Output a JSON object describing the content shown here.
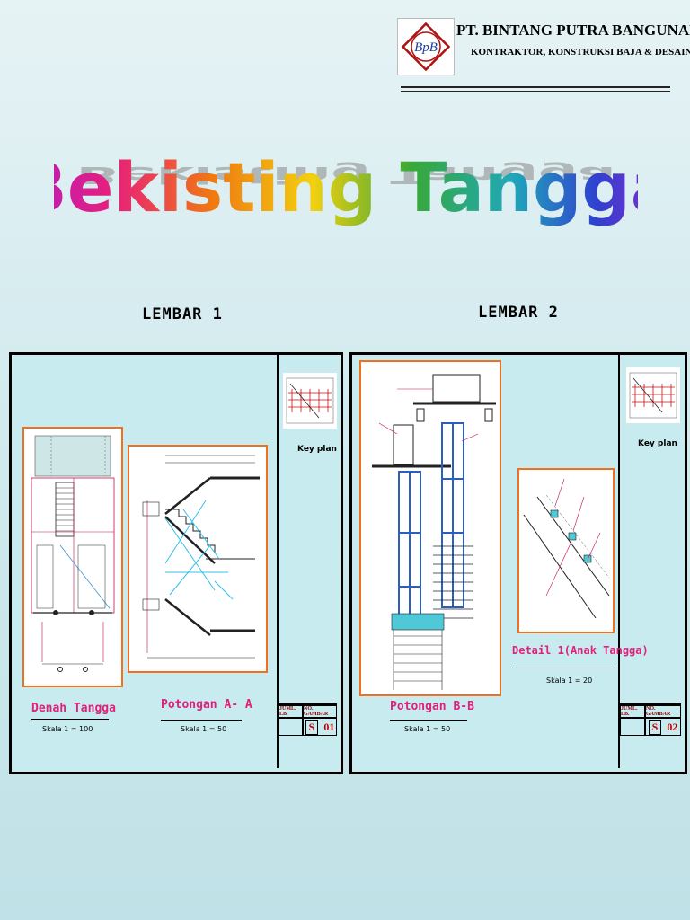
{
  "company": {
    "name": "PT. BINTANG PUTRA BANGUNAN",
    "subtitle": "KONTRAKTOR, KONSTRUKSI BAJA & DESAIN",
    "logo_text": "BpB"
  },
  "title": "Bekisting Tangga",
  "sheets": [
    {
      "label": "LEMBAR  1",
      "drawings": [
        {
          "caption": "Denah Tangga",
          "scale": "Skala 1 = 100"
        },
        {
          "caption": "Potongan A- A",
          "scale": "Skala 1 = 50"
        }
      ],
      "key_plan": "Key plan",
      "title_block": {
        "col1_header": "JUML. LB.",
        "col2_header": "NO. GAMBAR",
        "code": "S",
        "number": "01"
      }
    },
    {
      "label": "LEMBAR  2",
      "drawings": [
        {
          "caption": "Potongan B-B",
          "scale": "Skala 1 = 50"
        },
        {
          "caption": "Detail 1(Anak Tangga)",
          "scale": "Skala 1 = 20"
        }
      ],
      "key_plan": "Key plan",
      "title_block": {
        "col1_header": "JUML. LB.",
        "col2_header": "NO. GAMBAR",
        "code": "S",
        "number": "02"
      }
    }
  ],
  "colors": {
    "background": "#d2eaee",
    "sheet_fill": "#c8ebf0",
    "drawing_border": "#f07020",
    "caption": "#e0207a",
    "title_block_text": "#c00000"
  }
}
